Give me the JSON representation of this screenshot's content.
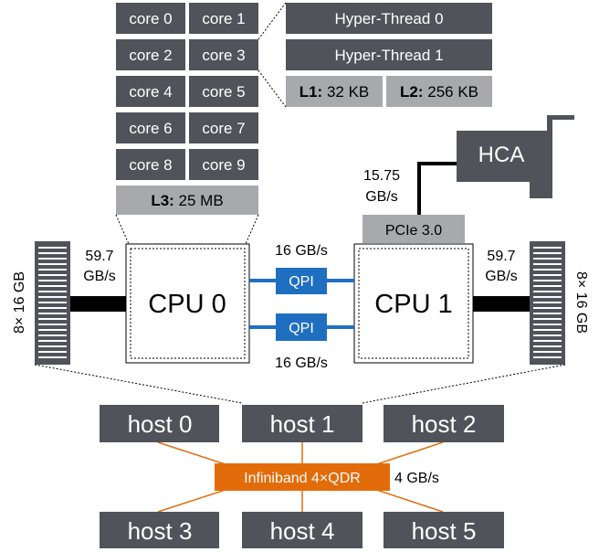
{
  "cores": [
    [
      "core 0",
      "core 1"
    ],
    [
      "core 2",
      "core 3"
    ],
    [
      "core 4",
      "core 5"
    ],
    [
      "core 6",
      "core 7"
    ],
    [
      "core 8",
      "core 9"
    ]
  ],
  "l3": {
    "label": "L3:",
    "value": "25 MB"
  },
  "hyper_threads": [
    "Hyper-Thread 0",
    "Hyper-Thread 1"
  ],
  "l1": {
    "label": "L1:",
    "value": "32 KB"
  },
  "l2": {
    "label": "L2:",
    "value": "256 KB"
  },
  "hca": {
    "label": "HCA"
  },
  "pcie": {
    "label": "PCIe 3.0",
    "bw_value": "15.75",
    "bw_unit": "GB/s"
  },
  "cpus": [
    "CPU 0",
    "CPU 1"
  ],
  "qpi": {
    "label": "QPI",
    "bandwidth": "16 GB/s"
  },
  "memory": {
    "label": "8× 16 GB",
    "bw_value": "59.7",
    "bw_unit": "GB/s"
  },
  "hosts": [
    "host 0",
    "host 1",
    "host 2",
    "host 3",
    "host 4",
    "host 5"
  ],
  "interconnect": {
    "label": "Infiniband 4×QDR",
    "bandwidth": "4 GB/s"
  },
  "colors": {
    "dark_gray": "#505359",
    "light_gray": "#a7a9ac",
    "orange": "#e36c0a",
    "qpi_blue": "#1f6fc1"
  }
}
